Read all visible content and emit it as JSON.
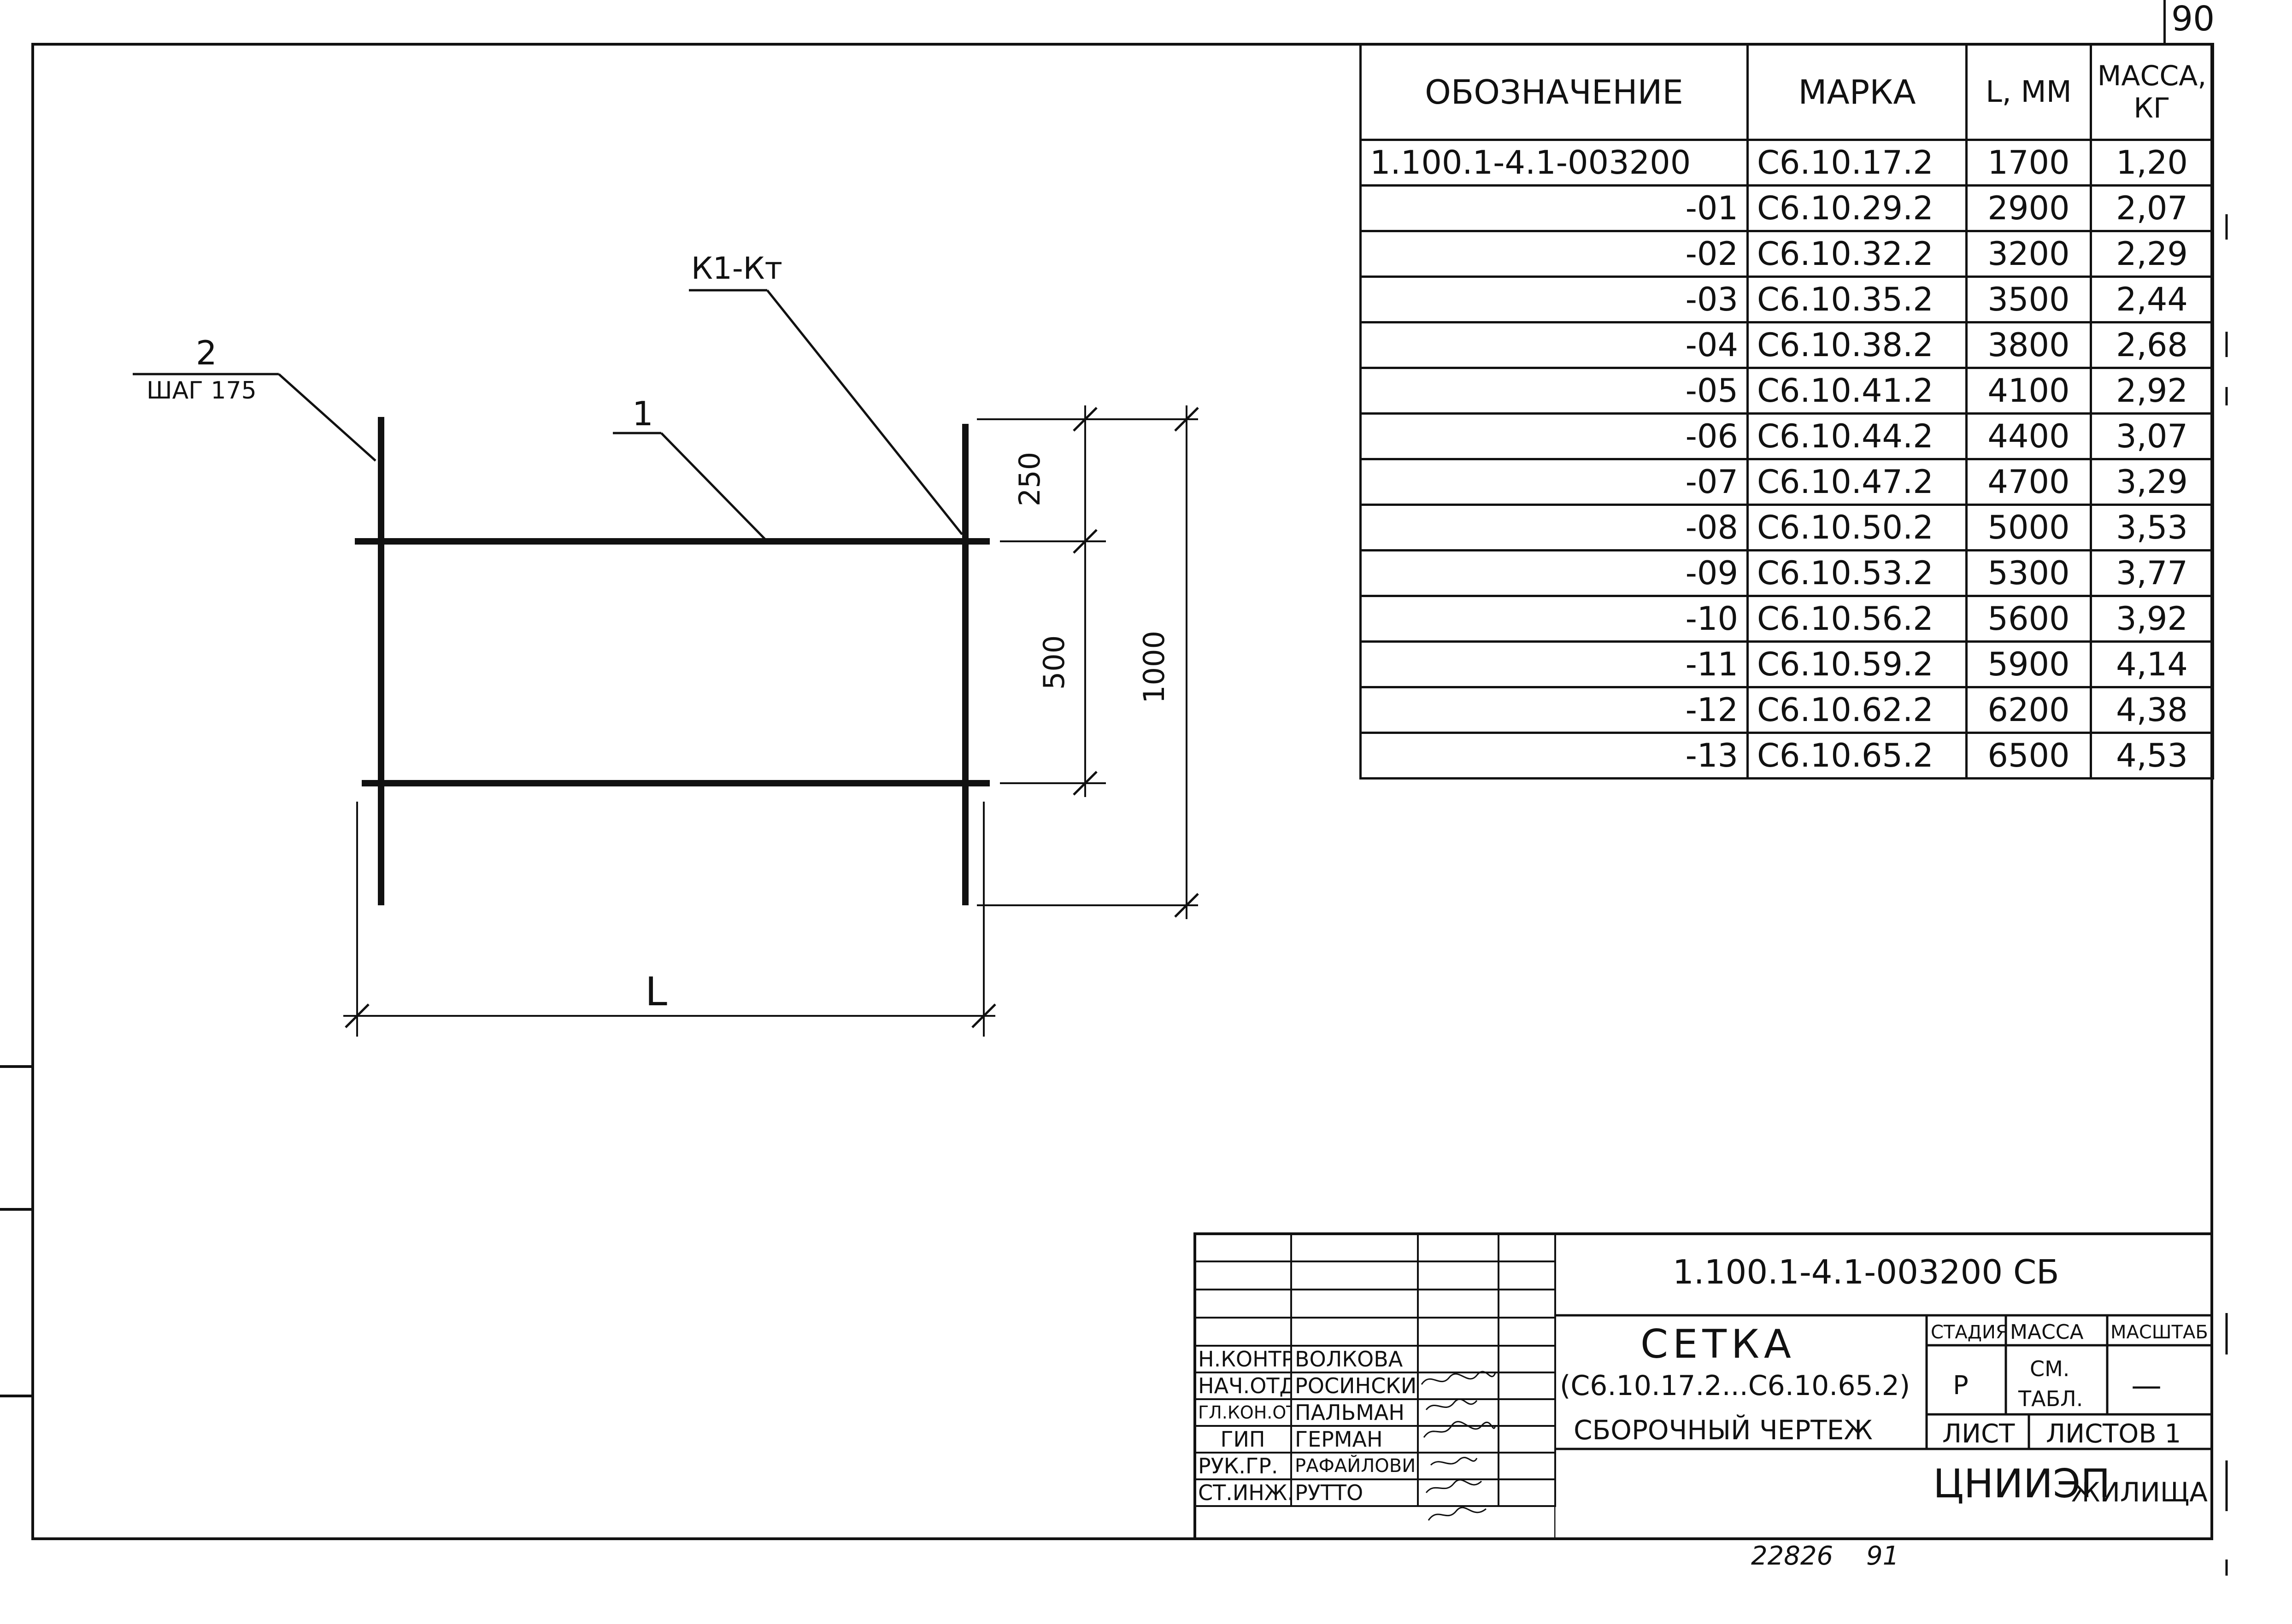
{
  "sheet_number": "90",
  "spec_table": {
    "headers": {
      "designation": "ОБОЗНАЧЕНИЕ",
      "mark": "МАРКА",
      "length": "L, ММ",
      "mass": "МАССА, КГ"
    },
    "rows": [
      {
        "designation": "1.100.1-4.1-003200",
        "mark": "С6.10.17.2",
        "length": "1700",
        "mass": "1,20"
      },
      {
        "designation": "-01",
        "mark": "С6.10.29.2",
        "length": "2900",
        "mass": "2,07"
      },
      {
        "designation": "-02",
        "mark": "С6.10.32.2",
        "length": "3200",
        "mass": "2,29"
      },
      {
        "designation": "-03",
        "mark": "С6.10.35.2",
        "length": "3500",
        "mass": "2,44"
      },
      {
        "designation": "-04",
        "mark": "С6.10.38.2",
        "length": "3800",
        "mass": "2,68"
      },
      {
        "designation": "-05",
        "mark": "С6.10.41.2",
        "length": "4100",
        "mass": "2,92"
      },
      {
        "designation": "-06",
        "mark": "С6.10.44.2",
        "length": "4400",
        "mass": "3,07"
      },
      {
        "designation": "-07",
        "mark": "С6.10.47.2",
        "length": "4700",
        "mass": "3,29"
      },
      {
        "designation": "-08",
        "mark": "С6.10.50.2",
        "length": "5000",
        "mass": "3,53"
      },
      {
        "designation": "-09",
        "mark": "С6.10.53.2",
        "length": "5300",
        "mass": "3,77"
      },
      {
        "designation": "-10",
        "mark": "С6.10.56.2",
        "length": "5600",
        "mass": "3,92"
      },
      {
        "designation": "-11",
        "mark": "С6.10.59.2",
        "length": "5900",
        "mass": "4,14"
      },
      {
        "designation": "-12",
        "mark": "С6.10.62.2",
        "length": "6200",
        "mass": "4,38"
      },
      {
        "designation": "-13",
        "mark": "С6.10.65.2",
        "length": "6500",
        "mass": "4,53"
      }
    ]
  },
  "drawing": {
    "label_position_2": "2",
    "label_step": "ШАГ 175",
    "label_position_1": "1",
    "label_welds": "К1-Кт",
    "dim_250": "250",
    "dim_500": "500",
    "dim_1000": "1000",
    "dim_length": "L"
  },
  "title_block": {
    "code": "1.100.1-4.1-003200 СБ",
    "title_main": "СЕТКА",
    "title_range": "(С6.10.17.2...С6.10.65.2)",
    "title_kind": "СБОРОЧНЫЙ ЧЕРТЕЖ",
    "stage_header": "СТАДИЯ",
    "mass_header": "МАССА",
    "scale_header": "МАСШТАБ",
    "stage_value": "Р",
    "mass_value_line1": "СМ.",
    "mass_value_line2": "ТАБЛ.",
    "scale_value": "—",
    "sheet_label": "ЛИСТ",
    "sheets_label": "ЛИСТОВ 1",
    "org_part1": "ЦНИИЭП",
    "org_part2": "ЖИЛИЩА",
    "signatures": [
      {
        "role": "Н.КОНТР.",
        "name": "ВОЛКОВА"
      },
      {
        "role": "НАЧ.ОТД.",
        "name": "РОСИНСКИЙ"
      },
      {
        "role": "ГЛ.КОН.ОТД.",
        "name": "ПАЛЬМАН"
      },
      {
        "role": "ГИП",
        "name": "ГЕРМАН"
      },
      {
        "role": "РУК.ГР.",
        "name": "РАФАЙЛОВИЧ"
      },
      {
        "role": "СТ.ИНЖ.",
        "name": "РУТТО"
      }
    ]
  },
  "footer_number": "22826",
  "footer_code": "91"
}
